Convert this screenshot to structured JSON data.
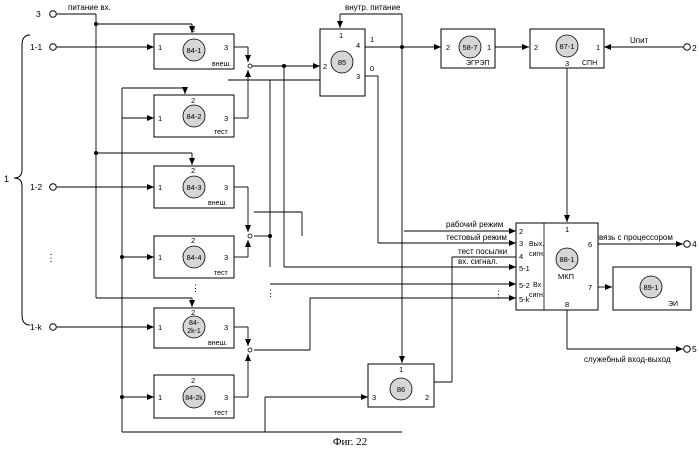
{
  "caption": "Фиг. 22",
  "terminals": {
    "t1": "1",
    "t2": "2",
    "t3": "3",
    "t4": "4",
    "t5": "5",
    "in_1_1": "1-1",
    "in_1_2": "1-2",
    "in_1_k": "1-k",
    "dots": "⋮"
  },
  "signals": {
    "supply_in": "питание вх.",
    "internal_supply": "внутр. питание",
    "u_pit": "Uпит",
    "work_mode": "рабочий режим",
    "test_mode": "тестовый режим",
    "test_send": "тест посылки",
    "in_signal": "вх. сигнал.",
    "cpu_link": "связь с процессором",
    "service_io": "служебный вход-выход"
  },
  "blocks": {
    "b84_1": {
      "id": "84-1",
      "mode": "внеш."
    },
    "b84_2": {
      "id": "84-2",
      "mode": "тест"
    },
    "b84_3": {
      "id": "84-3",
      "mode": "внеш."
    },
    "b84_4": {
      "id": "84-4",
      "mode": "тест"
    },
    "b84_2k1": {
      "id_line1": "84-",
      "id_line2": "2k-1",
      "mode": "внеш."
    },
    "b84_2k": {
      "id": "84-2k",
      "mode": "тест"
    },
    "b85": {
      "id": "85"
    },
    "b86": {
      "id": "86"
    },
    "b58": {
      "id": "58-7",
      "name": "ЭГРЭП"
    },
    "b87": {
      "id": "87-1",
      "name": "СПН"
    },
    "b88": {
      "id": "88-1",
      "name": "МКП",
      "group_out_1": "Вых.",
      "group_out_2": "сигн.",
      "group_in_1": "Вх",
      "group_in_2": "сигн."
    },
    "b89": {
      "id": "89-1",
      "name": "ЭИ"
    }
  },
  "ports": {
    "p1": "1",
    "p2": "2",
    "p3": "3",
    "p4": "4",
    "p0": "0",
    "p5": "5",
    "p6": "6",
    "p7": "7",
    "p8": "8",
    "p5_1": "5-1",
    "p5_2": "5-2",
    "p5_k": "5-k"
  }
}
